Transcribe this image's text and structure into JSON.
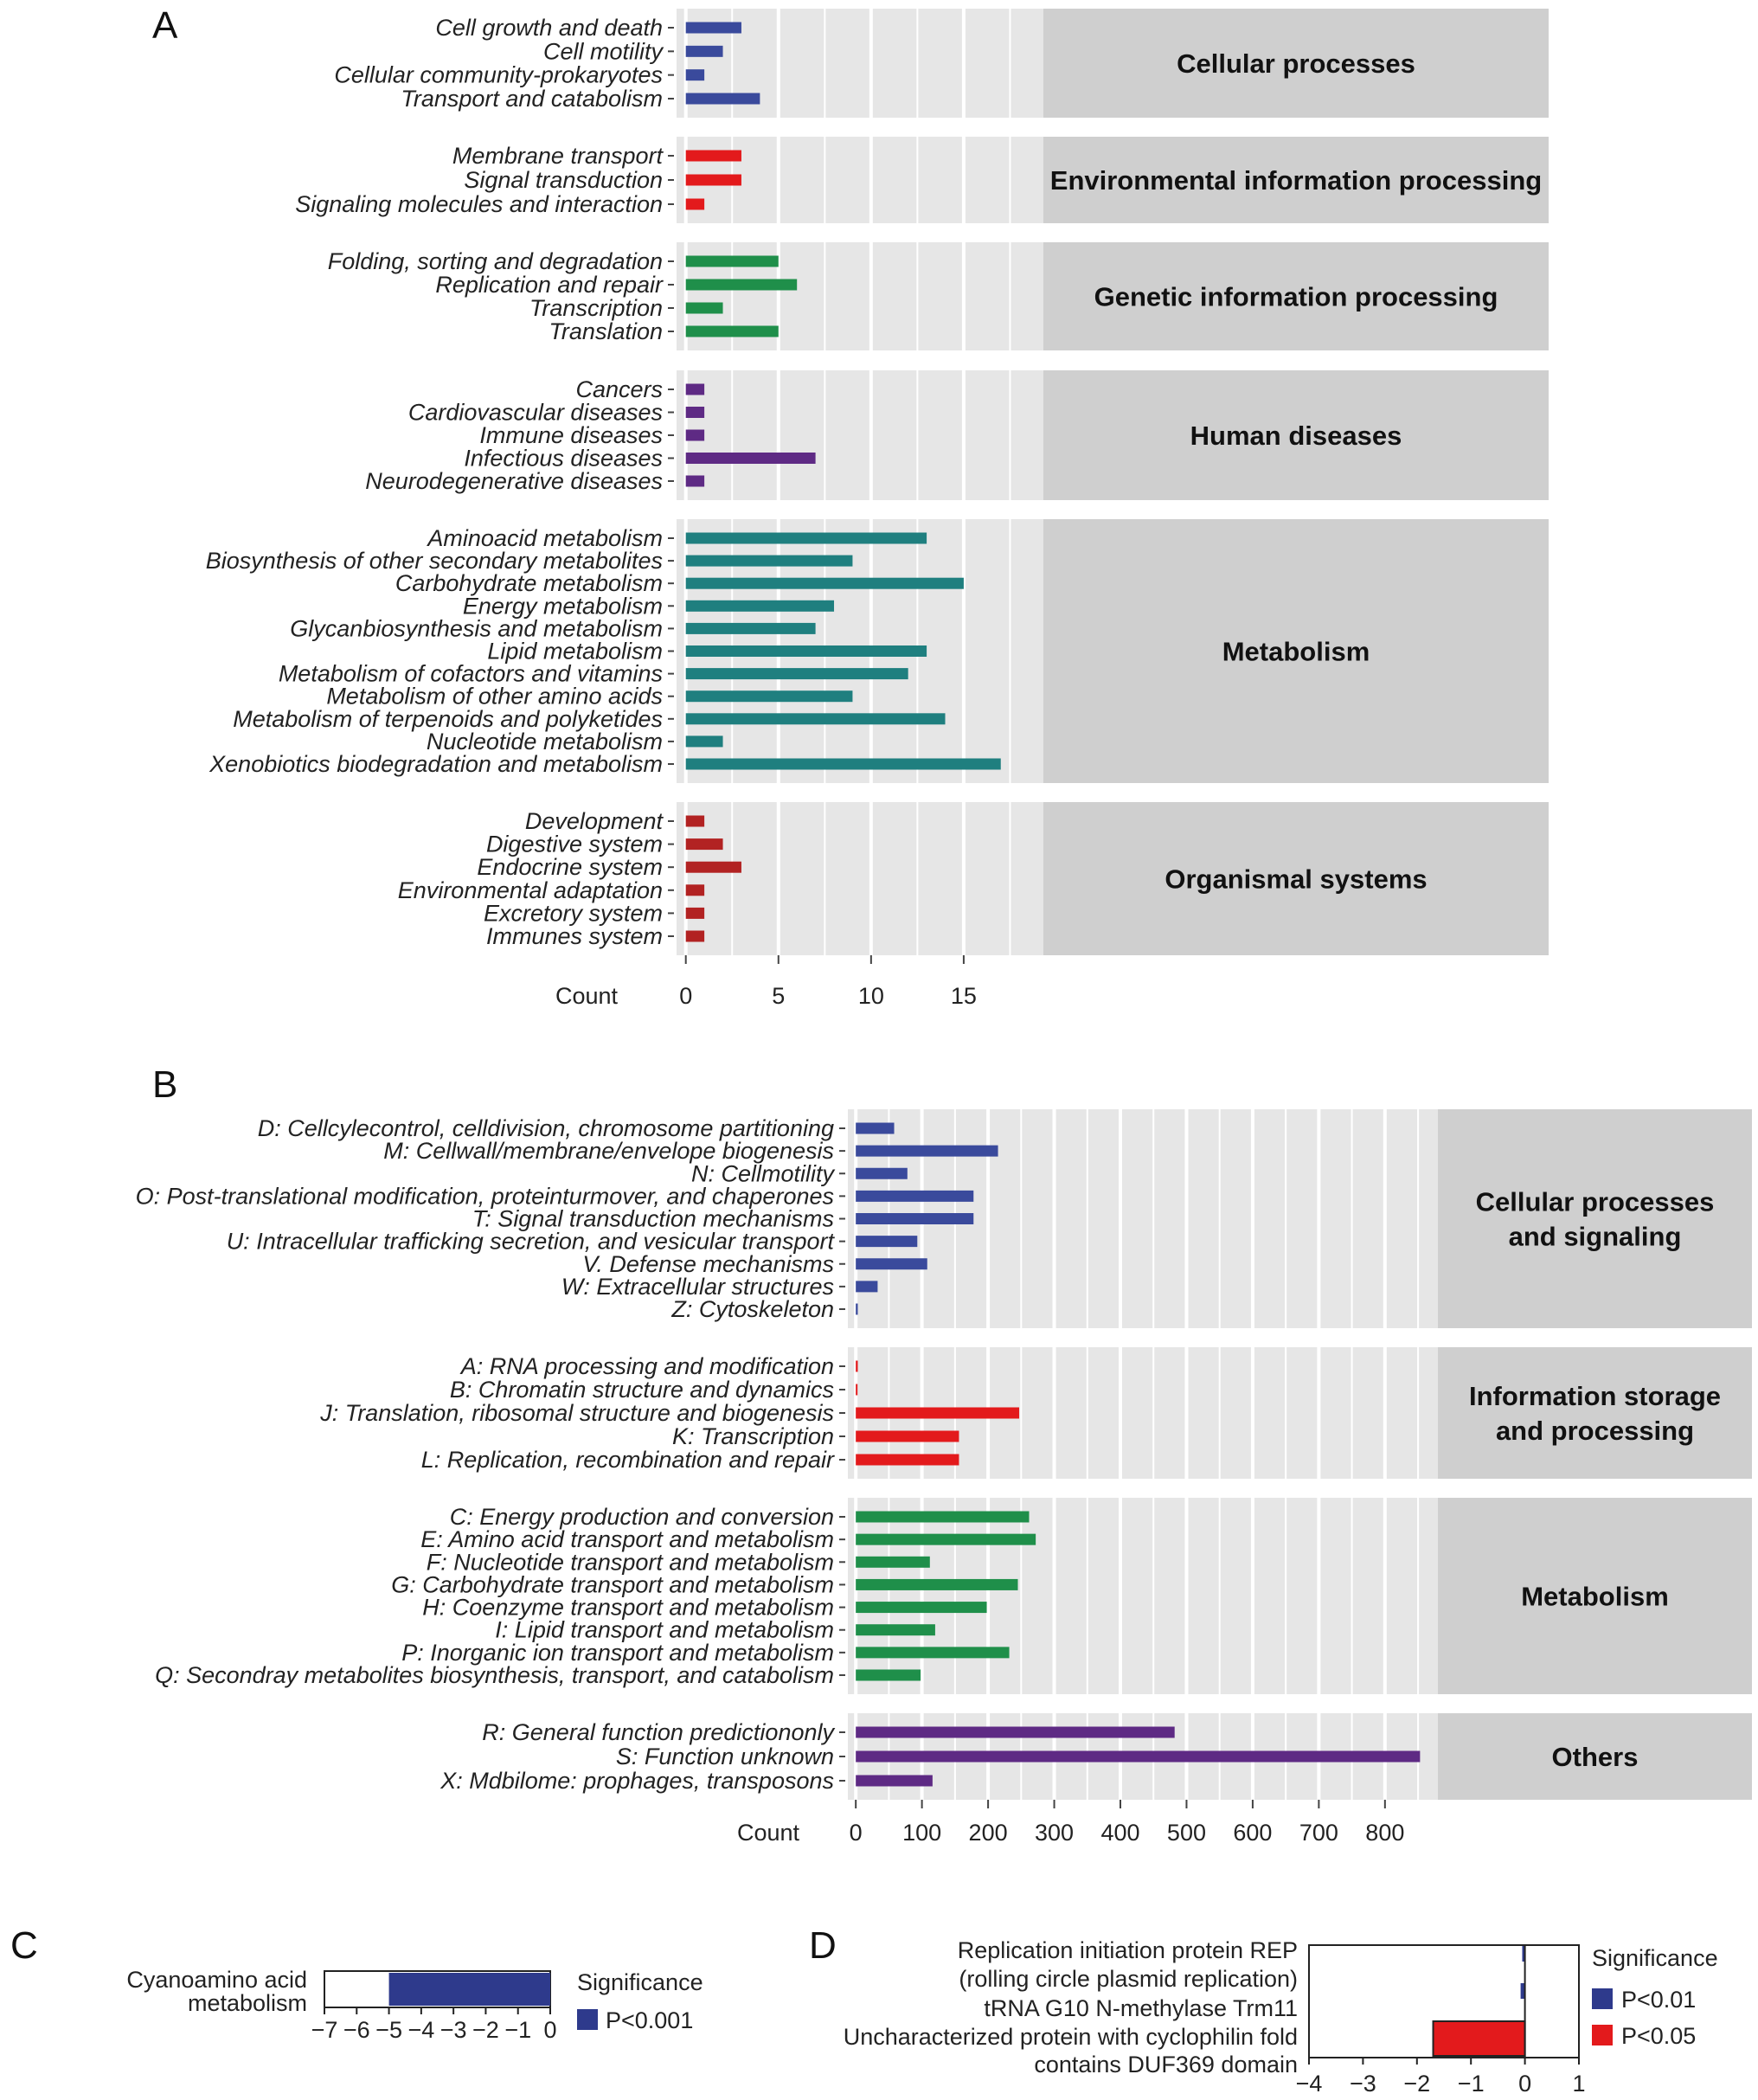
{
  "chart_data": [
    {
      "panel_label": "A",
      "type": "bar",
      "orientation": "horizontal",
      "xlabel": "Count",
      "xticks": [
        0,
        5,
        10,
        15
      ],
      "xlim": [
        -0.5,
        19.3
      ],
      "grid": true,
      "groups": [
        {
          "name": "Cellular processes",
          "color": "#3a4a9c",
          "categories": [
            "Cell growth and death",
            "Cell motility",
            "Cellular community-prokaryotes",
            "Transport and catabolism"
          ],
          "values": [
            3,
            2,
            1,
            4
          ]
        },
        {
          "name": "Environmental information processing",
          "color": "#e31a1c",
          "categories": [
            "Membrane transport",
            "Signal transduction",
            "Signaling molecules and interaction"
          ],
          "values": [
            3,
            3,
            1
          ]
        },
        {
          "name": "Genetic information processing",
          "color": "#1f8f4a",
          "categories": [
            "Folding, sorting and degradation",
            "Replication and repair",
            "Transcription",
            "Translation"
          ],
          "values": [
            5,
            6,
            2,
            5
          ]
        },
        {
          "name": "Human diseases",
          "color": "#5e2a84",
          "categories": [
            "Cancers",
            "Cardiovascular diseases",
            "Immune diseases",
            "Infectious diseases",
            "Neurodegenerative diseases"
          ],
          "values": [
            1,
            1,
            1,
            7,
            1
          ]
        },
        {
          "name": "Metabolism",
          "color": "#1f7f7f",
          "categories": [
            "Aminoacid metabolism",
            "Biosynthesis of other secondary metabolites",
            "Carbohydrate metabolism",
            "Energy metabolism",
            "Glycanbiosynthesis and metabolism",
            "Lipid metabolism",
            "Metabolism of cofactors and vitamins",
            "Metabolism of other amino acids",
            "Metabolism of terpenoids and polyketides",
            "Nucleotide metabolism",
            "Xenobiotics biodegradation and metabolism"
          ],
          "values": [
            13,
            9,
            15,
            8,
            7,
            13,
            12,
            9,
            14,
            2,
            17
          ]
        },
        {
          "name": "Organismal systems",
          "color": "#b22222",
          "categories": [
            "Development",
            "Digestive system",
            "Endocrine system",
            "Environmental adaptation",
            "Excretory system",
            "Immunes system"
          ],
          "values": [
            1,
            2,
            3,
            1,
            1,
            1
          ]
        }
      ]
    },
    {
      "panel_label": "B",
      "type": "bar",
      "orientation": "horizontal",
      "xlabel": "Count",
      "xticks": [
        0,
        100,
        200,
        300,
        400,
        500,
        600,
        700,
        800
      ],
      "xlim": [
        -12,
        880
      ],
      "grid": true,
      "groups": [
        {
          "name": "Cellular processes and signaling",
          "color": "#3a4a9c",
          "categories": [
            "D: Cellcylecontrol, celldivision, chromosome partitioning",
            "M: Cellwall/membrane/envelope biogenesis",
            "N: Cellmotility",
            "O: Post-translational modification, proteinturmover, and chaperones",
            "T: Signal transduction mechanisms",
            "U: Intracellular trafficking secretion, and vesicular transport",
            "V. Defense mechanisms",
            "W: Extracellular structures",
            "Z: Cytoskeleton"
          ],
          "values": [
            58,
            215,
            78,
            178,
            178,
            93,
            108,
            33,
            3
          ]
        },
        {
          "name": "Information storage and processing",
          "color": "#e31a1c",
          "categories": [
            "A: RNA processing and modification",
            "B: Chromatin structure and dynamics",
            "J: Translation, ribosomal structure and biogenesis",
            "K: Transcription",
            "L: Replication, recombination and repair"
          ],
          "values": [
            3,
            2,
            247,
            156,
            156
          ]
        },
        {
          "name": "Metabolism",
          "color": "#1f8f4a",
          "categories": [
            "C: Energy production and conversion",
            "E: Amino acid transport and metabolism",
            "F: Nucleotide transport and metabolism",
            "G: Carbohydrate transport and metabolism",
            "H: Coenzyme transport and metabolism",
            "I: Lipid transport and metabolism",
            "P: Inorganic ion transport and metabolism",
            "Q: Secondray metabolites biosynthesis, transport, and catabolism"
          ],
          "values": [
            262,
            272,
            112,
            245,
            198,
            120,
            232,
            98
          ]
        },
        {
          "name": "Others",
          "color": "#5e2a84",
          "categories": [
            "R: General function predictiononly",
            "S: Function unknown",
            "X: Mdbilome: prophages, transposons"
          ],
          "values": [
            482,
            853,
            116
          ]
        }
      ]
    },
    {
      "panel_label": "C",
      "type": "bar",
      "orientation": "horizontal",
      "categories": [
        "Cyanoamino acid metabolism"
      ],
      "values": [
        -5
      ],
      "xlim": [
        -7,
        0
      ],
      "xticks": [
        -7,
        -6,
        -5,
        -4,
        -3,
        -2,
        -1,
        0
      ],
      "legend_title": "Significance",
      "legend": [
        {
          "label": "P<0.001",
          "color": "#2e3a8c"
        }
      ]
    },
    {
      "panel_label": "D",
      "type": "bar",
      "orientation": "horizontal",
      "categories": [
        "Replication initiation protein REP (rolling circle plasmid replication)",
        "tRNA G10 N-methylase Trm11",
        "Uncharacterized protein with cyclophilin fold, contains DUF369 domain"
      ],
      "values": [
        -0.05,
        -0.08,
        -1.7
      ],
      "colors": [
        "#2e3a8c",
        "#2e3a8c",
        "#e31a1c"
      ],
      "xlim": [
        -4,
        1
      ],
      "xticks": [
        -4,
        -3,
        -2,
        -1,
        0,
        1
      ],
      "legend_title": "Significance",
      "legend": [
        {
          "label": "P<0.01",
          "color": "#2e3a8c"
        },
        {
          "label": "P<0.05",
          "color": "#e31a1c"
        }
      ]
    }
  ]
}
